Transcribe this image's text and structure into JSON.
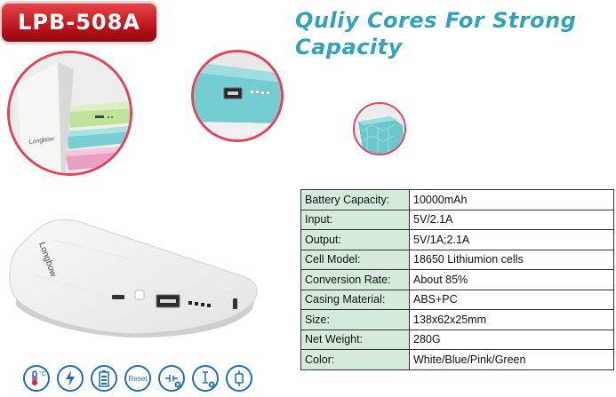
{
  "badge": {
    "model": "LPB-508A"
  },
  "headline": {
    "line1": "Quliy Cores For Strong",
    "line2": "Capacity"
  },
  "brand": {
    "logo_text": "Longbow"
  },
  "specs": [
    {
      "key": "Battery Capacity:",
      "value": "10000mAh"
    },
    {
      "key": "Input:",
      "value": "5V/2.1A"
    },
    {
      "key": "Output:",
      "value": "5V/1A;2.1A"
    },
    {
      "key": "Cell Model:",
      "value": "18650 Lithiumion cells"
    },
    {
      "key": "Conversion Rate:",
      "value": "About 85%"
    },
    {
      "key": "Casing Material:",
      "value": "ABS+PC"
    },
    {
      "key": "Size:",
      "value": "138x62x25mm"
    },
    {
      "key": "Net Weight:",
      "value": "280G"
    },
    {
      "key": "Color:",
      "value": "White/Blue/Pink/Green"
    }
  ],
  "feature_icons": [
    {
      "icon": "thermometer-icon",
      "text": "°C"
    },
    {
      "icon": "lightning-icon",
      "text": ""
    },
    {
      "icon": "battery-icon",
      "text": ""
    },
    {
      "icon": "reset-icon",
      "text": "Reset"
    },
    {
      "icon": "no-short-circuit-icon",
      "text": ""
    },
    {
      "icon": "no-overcurrent-icon",
      "text": ""
    },
    {
      "icon": "cable-icon",
      "text": ""
    }
  ],
  "colors": {
    "badge_red": "#b51017",
    "headline_teal": "#33a3ba",
    "key_cell_green": "#d6eadb",
    "circle_border": "#e0455a",
    "icon_blue": "#1f6fb5",
    "product_blue": "#7fd3d6",
    "product_pink": "#f0a3c6",
    "product_green": "#c9e8a6"
  }
}
